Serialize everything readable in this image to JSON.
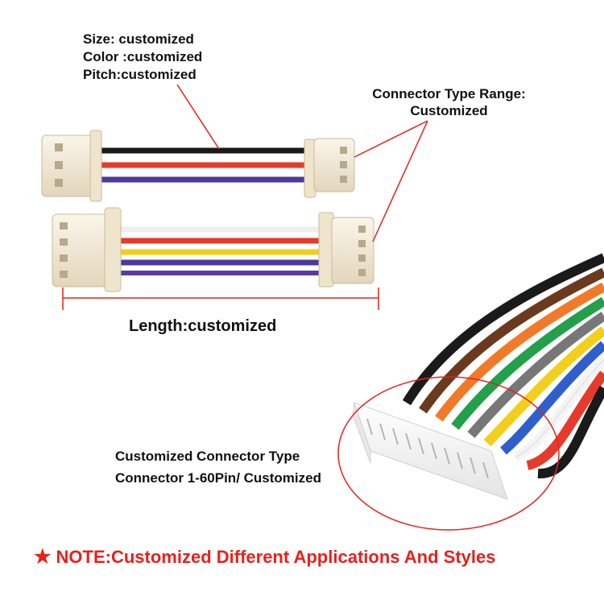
{
  "labels": {
    "size": "Size: customized",
    "color": "Color :customized",
    "pitch": "Pitch:customized",
    "connector_range_line1": "Connector Type Range:",
    "connector_range_line2": "Customized",
    "length": "Length:customized",
    "custom_type_line1": "Customized Connector Type",
    "custom_type_line2": "Connector 1-60Pin/ Customized"
  },
  "note": {
    "star": "★",
    "text": "NOTE:Customized Different Applications And Styles"
  },
  "colors": {
    "annotation_line": "#e8201c",
    "connector_body": "#f3ead8",
    "wire_black": "#1a1a1a",
    "wire_red": "#e53b2b",
    "wire_orange": "#f07a2a",
    "wire_purple": "#4b3a9a",
    "wire_white": "#f4f4f4",
    "wire_yellow": "#f2cf1a",
    "wire_brown": "#6b3a1e",
    "wire_green": "#23a04a",
    "wire_gray": "#777777",
    "wire_blue": "#2f5fcc"
  }
}
